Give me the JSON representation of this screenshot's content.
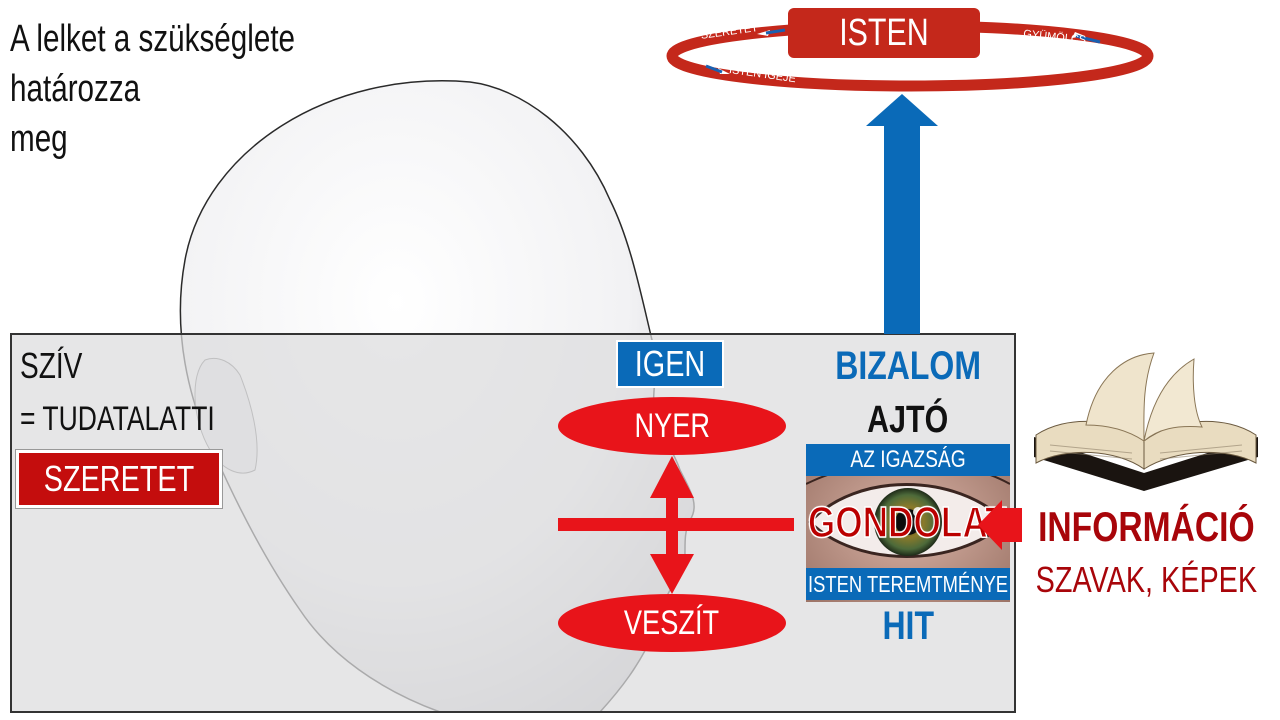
{
  "intro": {
    "line1": "A lelket a szükséglete",
    "line2": "határozza",
    "line3": "meg"
  },
  "heart": {
    "label": "SZÍV",
    "subconscious": "= TUDATALATTI",
    "love": "SZERETET"
  },
  "decision": {
    "yes": "IGEN",
    "gain": "NYER",
    "lose": "VESZÍT"
  },
  "door": {
    "trust": "BIZALOM",
    "door": "AJTÓ",
    "truth": "AZ IGAZSÁG",
    "thought": "GONDOLAT",
    "creation": "ISTEN TEREMTMÉNYE",
    "faith": "HIT"
  },
  "input": {
    "info": "INFORMÁCIÓ",
    "words": "SZAVAK, KÉPEK"
  },
  "god": {
    "title": "ISTEN",
    "love": "SZERETET",
    "fruit": "GYÜMÖLCS",
    "word": "ISTEN IGÉJE"
  },
  "colors": {
    "red": "#e8141a",
    "dark_red": "#c40d0d",
    "blue": "#0a6ab8"
  },
  "icons": [
    "head-profile-icon",
    "eye-icon",
    "open-bible-icon",
    "arrow-up-icon",
    "arrow-left-icon",
    "double-arrow-icon"
  ]
}
